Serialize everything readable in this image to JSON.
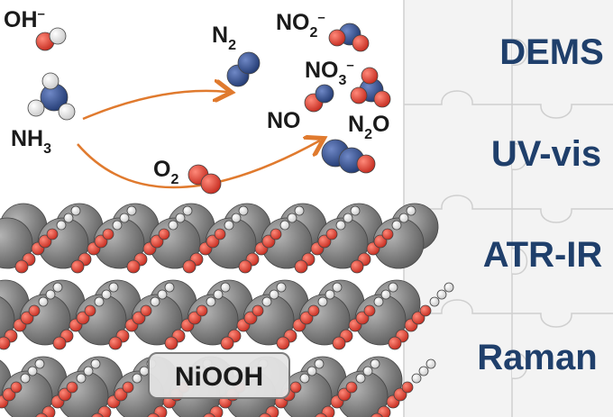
{
  "species": {
    "hydroxide": {
      "label": "OH",
      "charge": "–"
    },
    "ammonia": {
      "label": "NH",
      "sub": "3"
    },
    "nitrogen": {
      "label": "N",
      "sub": "2"
    },
    "oxygen": {
      "label": "O",
      "sub": "2"
    },
    "nitrite": {
      "label": "NO",
      "sub": "2",
      "charge": "–"
    },
    "nitrate": {
      "label": "NO",
      "sub": "3",
      "charge": "–"
    },
    "nitric_oxide": {
      "label": "NO"
    },
    "nitrous_oxide": {
      "label": "N",
      "sub": "2",
      "suffix": "O"
    }
  },
  "catalyst": {
    "label": "NiOOH"
  },
  "techniques": [
    "DEMS",
    "UV-vis",
    "ATR-IR",
    "Raman"
  ],
  "colors": {
    "oxygen_atom": "#e23a2c",
    "nitrogen_atom": "#33508f",
    "hydrogen_atom": "#f4f4f4",
    "nickel_atom": "#8a8a8a",
    "arrow": "#e07a2e",
    "technique_text": "#1f3f6b",
    "puzzle_bg": "#f3f3f3"
  }
}
